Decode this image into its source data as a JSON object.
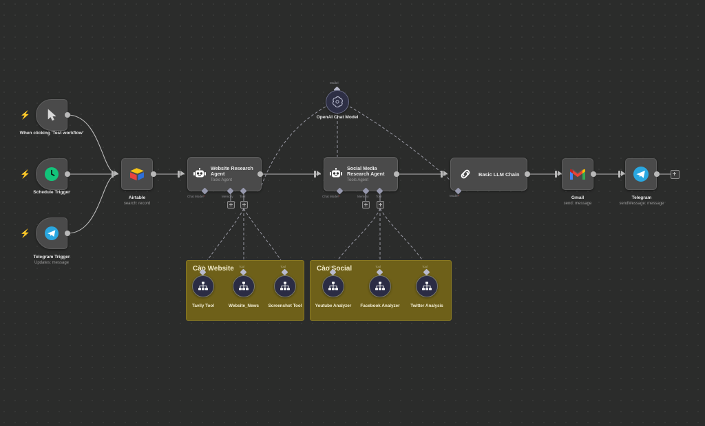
{
  "canvas": {
    "background_color": "#2b2c2b",
    "grid": "dotted"
  },
  "nodes": {
    "manual_trigger": {
      "title": "When clicking 'Test workflow'",
      "icon": "cursor-pointer-icon",
      "badge": "lightning-bolt-icon"
    },
    "schedule_trigger": {
      "title": "Schedule Trigger",
      "icon": "clock-icon",
      "badge": "lightning-bolt-icon"
    },
    "telegram_trigger": {
      "title": "Telegram Trigger",
      "subtitle": "Updates: message",
      "icon": "telegram-icon",
      "badge": "lightning-bolt-icon"
    },
    "airtable": {
      "title": "Airtable",
      "subtitle": "search: record",
      "icon": "airtable-icon"
    },
    "website_research_agent": {
      "title": "Website Research Agent",
      "subtitle": "Tools Agent",
      "icon": "robot-icon",
      "ports": [
        {
          "label": "Chat Model",
          "required": true
        },
        {
          "label": "Memory",
          "required": false
        },
        {
          "label": "Tool",
          "required": false
        }
      ]
    },
    "social_media_research_agent": {
      "title": "Social Media Research Agent",
      "subtitle": "Tools Agent",
      "icon": "robot-icon",
      "ports": [
        {
          "label": "Chat Model",
          "required": true
        },
        {
          "label": "Memory",
          "required": false
        },
        {
          "label": "Tool",
          "required": false
        }
      ]
    },
    "openai_chat_model": {
      "title": "OpenAI Chat Model",
      "icon": "openai-icon",
      "port_label": "Model"
    },
    "basic_llm_chain": {
      "title": "Basic LLM Chain",
      "icon": "chain-link-icon",
      "ports": [
        {
          "label": "Model",
          "required": true
        }
      ]
    },
    "gmail": {
      "title": "Gmail",
      "subtitle": "send: message",
      "icon": "gmail-icon"
    },
    "telegram": {
      "title": "Telegram",
      "subtitle": "sendMessage: message",
      "icon": "telegram-icon"
    },
    "add_node_button": {
      "label": "+",
      "icon": "plus-icon"
    }
  },
  "sticky_notes": [
    {
      "id": "cao-website",
      "title": "Cào Website",
      "color": "#6e6019",
      "tools": [
        {
          "name": "Tavily Tool",
          "icon": "sitemap-icon",
          "port_label": "Tool"
        },
        {
          "name": "Website_News",
          "icon": "sitemap-icon",
          "port_label": "Tool"
        },
        {
          "name": "Screenshot Tool",
          "icon": "sitemap-icon",
          "port_label": "Tool"
        }
      ]
    },
    {
      "id": "cao-social",
      "title": "Cào Social",
      "color": "#6e6019",
      "tools": [
        {
          "name": "Youtube Analyzer",
          "icon": "sitemap-icon",
          "port_label": "Tool"
        },
        {
          "name": "Facebook Analyzer",
          "icon": "sitemap-icon",
          "port_label": "Tool"
        },
        {
          "name": "Twitter Analysis",
          "icon": "sitemap-icon",
          "port_label": "Tool"
        }
      ]
    }
  ],
  "colors": {
    "node_bg": "#4a4a4a",
    "node_border": "#5d5d5d",
    "connector": "#b9b9b9",
    "sticky": "#6e6019",
    "required_marker": "#e04b4b",
    "trigger_badge": "#e8603c"
  }
}
